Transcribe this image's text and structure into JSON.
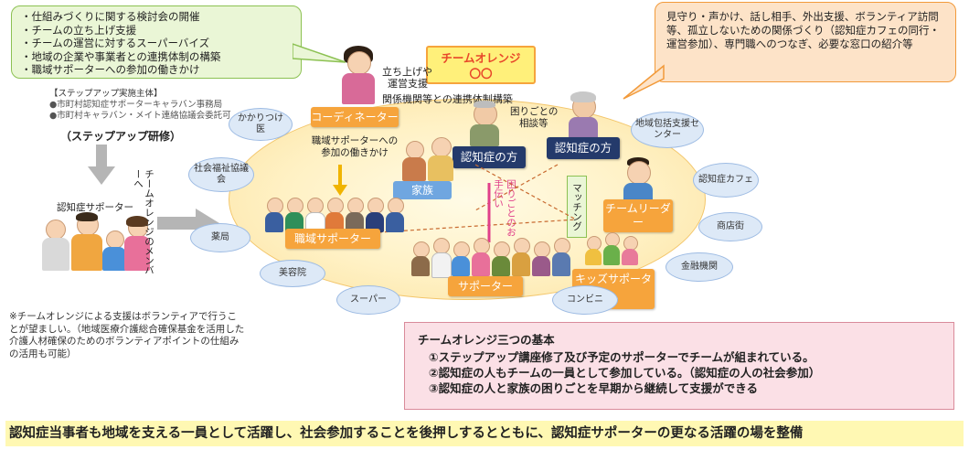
{
  "top_left_box": {
    "items": [
      "・仕組みづくりに関する検討会の開催",
      "・チームの立ち上げ支援",
      "・チームの運営に対するスーパーバイズ",
      "・地域の企業や事業者との連携体制の構築",
      "・職域サポーターへの参加の働きかけ"
    ]
  },
  "top_right_box": {
    "text": "見守り・声かけ、話し相手、外出支援、ボランティア訪問等、孤立しないための関係づくり（認知症カフェの同行・運営参加）、専門職へのつなぎ、必要な窓口の紹介等"
  },
  "team_orange": {
    "title": "チームオレンジ",
    "sub": "〇〇"
  },
  "coordinator": {
    "label": "コーディネーター",
    "note1": "立ち上げや",
    "note2": "運営支援",
    "note3": "関係機関等との連携体制構築",
    "appeal1": "職域サポーターへの",
    "appeal2": "参加の働きかけ"
  },
  "stepup": {
    "org_title": "【ステップアップ実施主体】",
    "org1": "●市町村認知症サポーターキャラバン事務局",
    "org2": "●市町村キャラバン・メイト連絡協議会委託可",
    "training": "（ステップアップ研修）",
    "supporter": "認知症サポーター",
    "member_label": "チームオレンジのメンバーへ"
  },
  "center": {
    "person1": "認知症の方",
    "person2": "認知症の方",
    "family": "家族",
    "consult1": "困りごとの",
    "consult2": "相談等",
    "help": "困りごとのお手伝い",
    "matching": "マッチング",
    "team_leader": "チームリーダー",
    "workplace": "職域サポーター",
    "supporter": "サポーター",
    "kids": "キッズサポーター"
  },
  "bubbles": {
    "clinic": "かかりつけ医",
    "welfare": "社会福祉協議会",
    "pharmacy": "薬局",
    "salon": "美容院",
    "super": "スーパー",
    "konbini": "コンビニ",
    "finance": "金融機関",
    "shops": "商店街",
    "cafe": "認知症カフェ",
    "center": "地域包括支援センター"
  },
  "note": {
    "text": "※チームオレンジによる支援はボランティアで行うことが望ましい。（地域医療介護総合確保基金を活用した介護人材確保のためのボランティアポイントの仕組みの活用も可能）"
  },
  "principles": {
    "title": "チームオレンジ三つの基本",
    "items": [
      "①ステップアップ講座修了及び予定のサポーターでチームが組まれている。",
      "②認知症の人もチームの一員として参加している。（認知症の人の社会参加）",
      "③認知症の人と家族の困りごとを早期から継続して支援ができる"
    ]
  },
  "footer": {
    "text": "認知症当事者も地域を支える一員として活躍し、社会参加することを後押しするとともに、認知症サポーターの更なる活躍の場を整備"
  },
  "colors": {
    "orange": "#f6a43c",
    "navy": "#243a6b",
    "green": "#8cc152",
    "pink": "#fbe0e6"
  }
}
